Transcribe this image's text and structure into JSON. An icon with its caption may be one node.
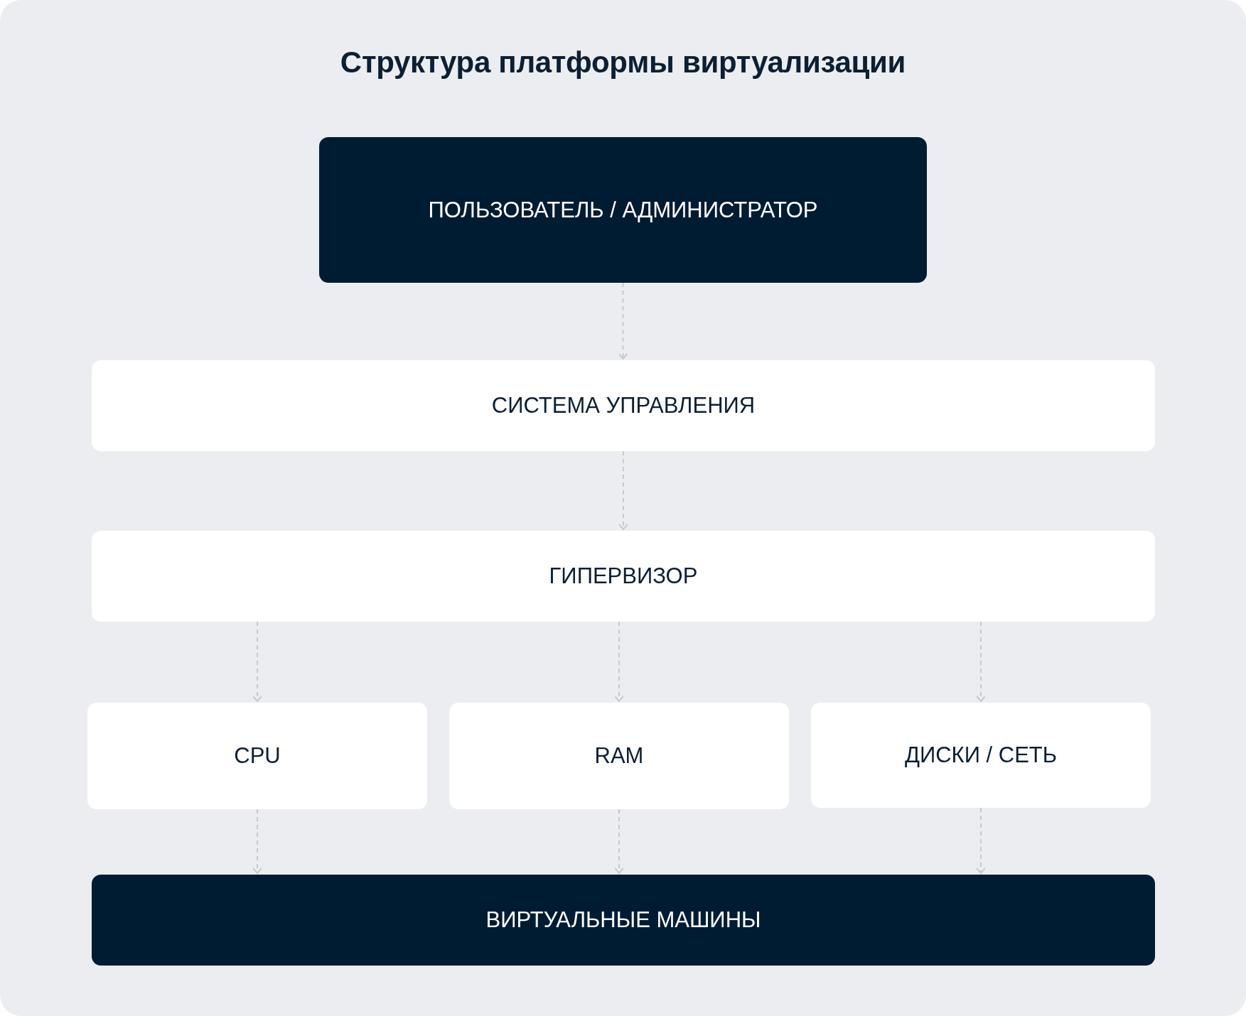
{
  "diagram": {
    "title": "Структура платформы виртуализации",
    "nodes": [
      {
        "text": [
          "ПОЛЬЗОВАТЕЛЬ / АДМИНИСТРАТОР"
        ]
      },
      {
        "text": [
          "СИСТЕМА УПРАВЛЕНИЯ"
        ]
      },
      {
        "text": [
          "ГИПЕРВИЗОР"
        ]
      },
      {
        "text": [
          "CPU"
        ]
      },
      {
        "text": [
          "RAM"
        ]
      },
      {
        "text": [
          "ДИСКИ / СЕТЬ"
        ]
      },
      {
        "text": [
          "ВИРТУАЛЬНЫЕ МАШИНЫ"
        ]
      }
    ],
    "edges": [
      {
        "from": 0,
        "to": 1,
        "arrow": "to",
        "style": "dashed"
      },
      {
        "from": 1,
        "to": 2,
        "arrow": "to",
        "style": "dashed"
      },
      {
        "from": 2,
        "to": 3,
        "arrow": "to",
        "style": "dashed"
      },
      {
        "from": 2,
        "to": 4,
        "arrow": "to",
        "style": "dashed"
      },
      {
        "from": 2,
        "to": 5,
        "arrow": "to",
        "style": "dashed"
      },
      {
        "from": 3,
        "to": 6,
        "arrow": "to",
        "style": "dashed"
      },
      {
        "from": 4,
        "to": 6,
        "arrow": "to",
        "style": "dashed"
      },
      {
        "from": 5,
        "to": 6,
        "arrow": "to",
        "style": "dashed"
      }
    ]
  }
}
